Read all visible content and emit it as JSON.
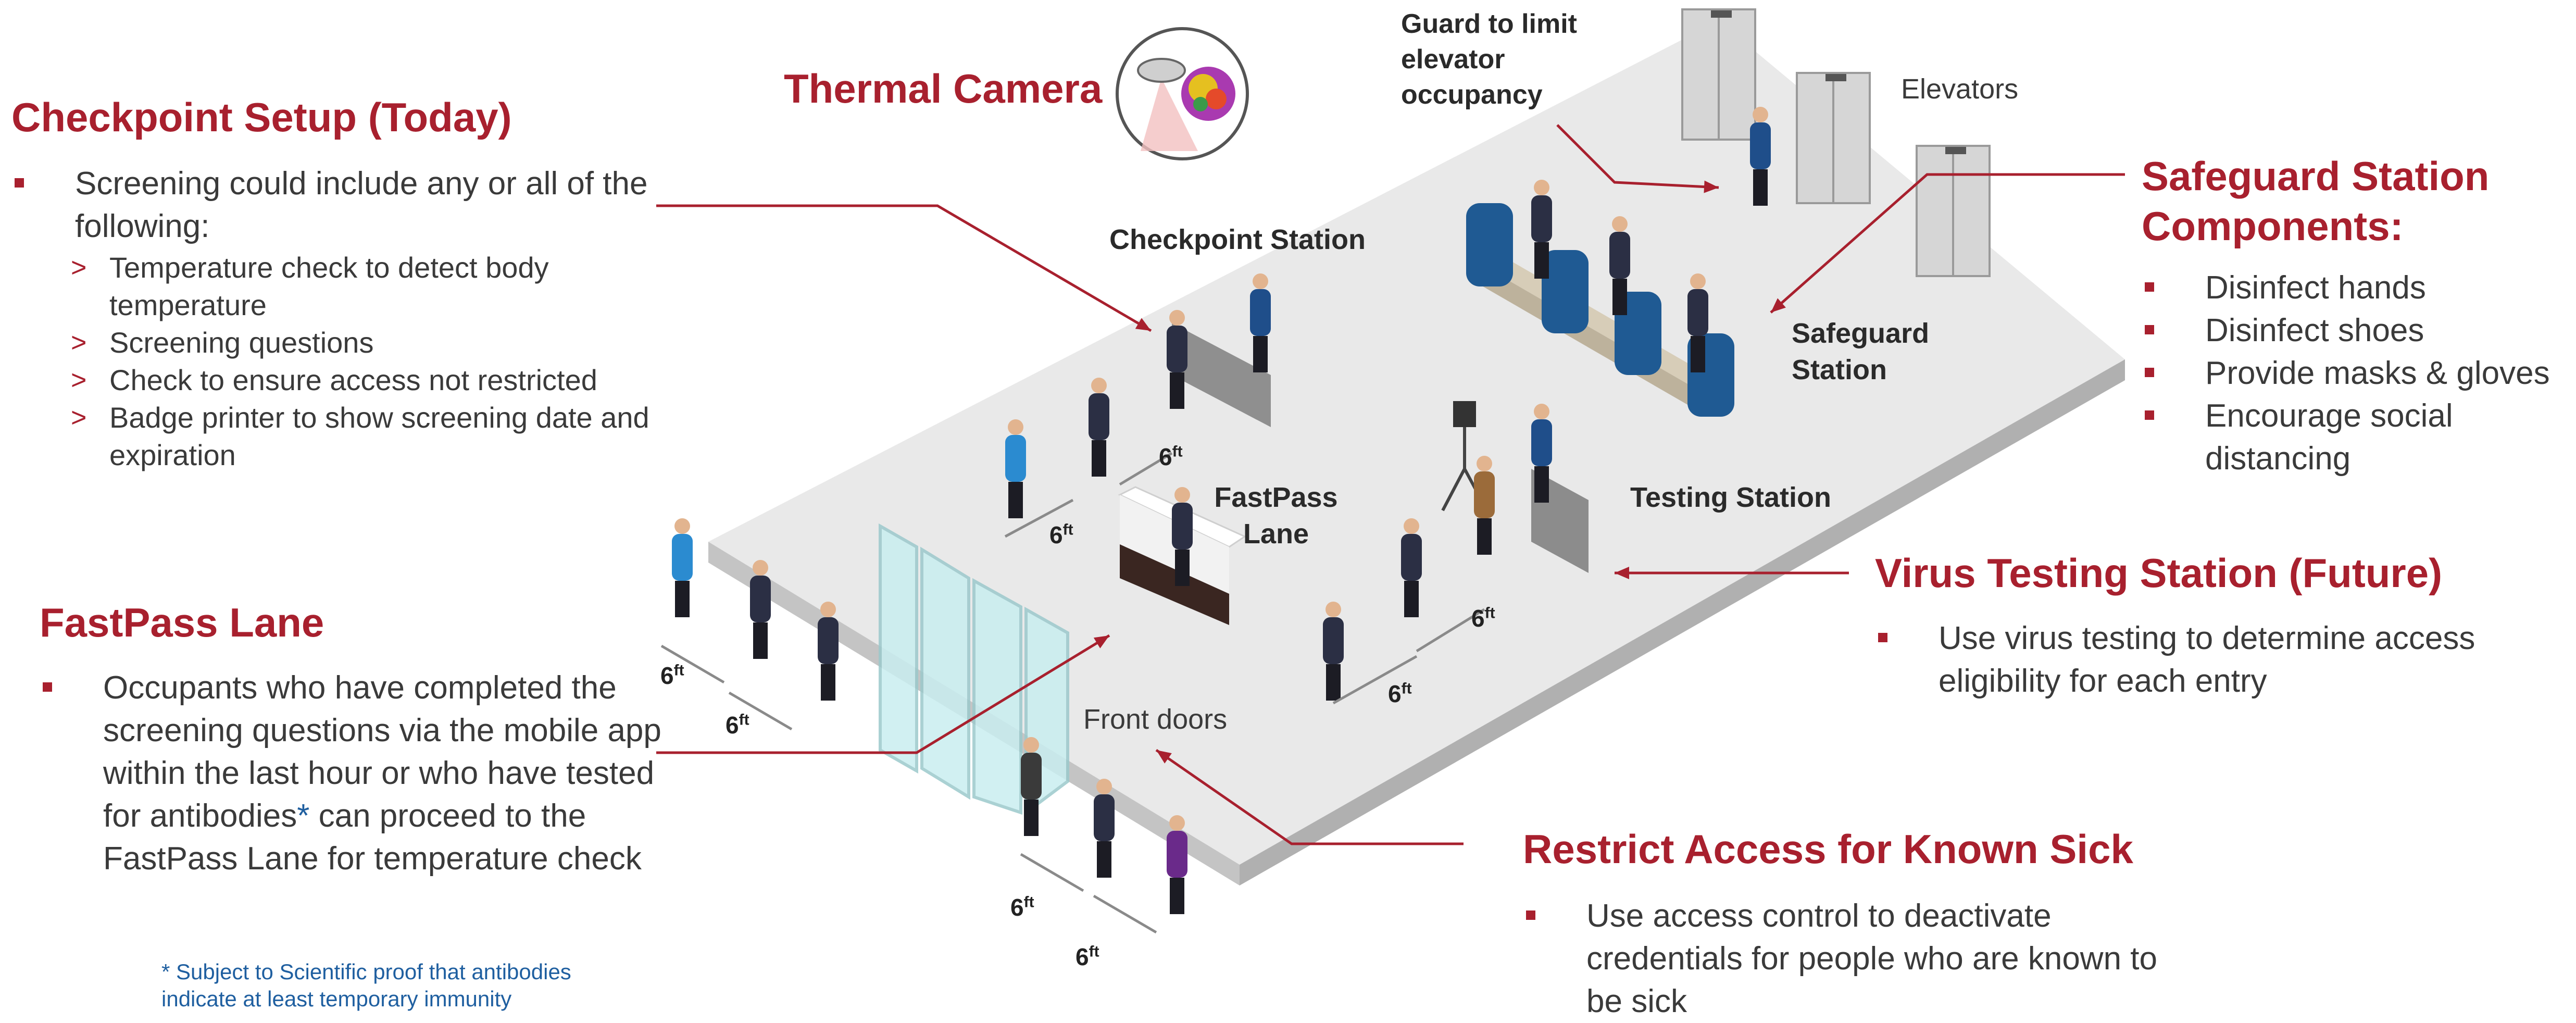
{
  "checkpoint_setup": {
    "title": "Checkpoint Setup (Today)",
    "intro": "Screening could include any or all of the following:",
    "items": [
      "Temperature check to detect body temperature",
      "Screening questions",
      "Check to ensure access not restricted",
      "Badge printer to show screening date and expiration"
    ]
  },
  "fastpass": {
    "title": "FastPass Lane",
    "text_before": "Occupants who have completed the screening questions via the mobile app within the last hour or who have tested for antibodies",
    "asterisk": "*",
    "text_after": " can proceed to the FastPass Lane for temperature check",
    "footnote": "* Subject to Scientific proof that antibodies indicate at least temporary immunity"
  },
  "thermal_camera": {
    "title": "Thermal Camera"
  },
  "guard": {
    "label": "Guard to limit elevator occupancy"
  },
  "elevators": {
    "label": "Elevators"
  },
  "safeguard_components": {
    "title": "Safeguard Station Components:",
    "items": [
      "Disinfect hands",
      "Disinfect shoes",
      "Provide masks & gloves",
      "Encourage social distancing"
    ]
  },
  "virus_testing": {
    "title": "Virus Testing Station (Future)",
    "items": [
      "Use virus testing to determine access eligibility for each entry"
    ]
  },
  "restrict_access": {
    "title": "Restrict Access for Known Sick",
    "items": [
      "Use access control to deactivate credentials for people who are known to be sick"
    ]
  },
  "scene": {
    "checkpoint_station": "Checkpoint Station",
    "fastpass_lane": "FastPass Lane",
    "safeguard_station": "Safeguard Station",
    "testing_station": "Testing Station",
    "front_doors": "Front doors",
    "distance_value": "6",
    "distance_unit": "ft"
  },
  "colors": {
    "accent": "#a8202e",
    "floor": "#e6e6e6",
    "panel_blue": "#1f5a93",
    "footnote_blue": "#1f5fa0"
  }
}
